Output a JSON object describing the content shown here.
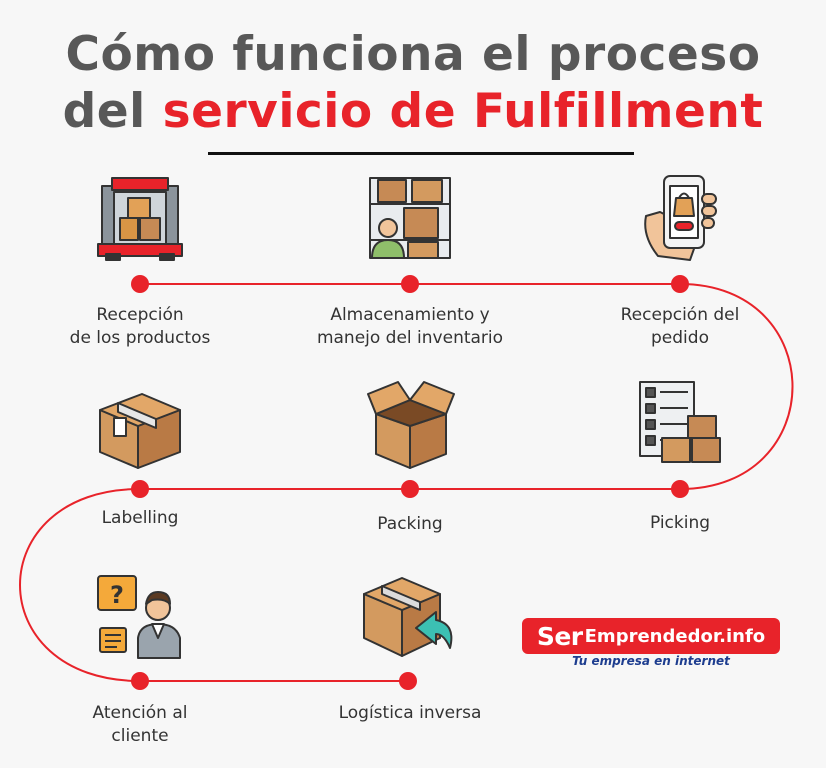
{
  "title": {
    "line1": "Cómo funciona el proceso",
    "line2_prefix": "del ",
    "line2_accent": "servicio de Fulfillment"
  },
  "colors": {
    "accent": "#e8232a",
    "heading": "#585858",
    "cardboard": "#c68a55",
    "brand_blue": "#1d3d8f"
  },
  "steps": [
    {
      "id": "recepcion-productos",
      "icon": "truck-with-boxes-icon",
      "line1": "Recepción",
      "line2": "de los productos"
    },
    {
      "id": "almacenamiento",
      "icon": "warehouse-shelf-worker-icon",
      "line1": "Almacenamiento y",
      "line2": "manejo del inventario"
    },
    {
      "id": "recepcion-pedido",
      "icon": "hand-holding-phone-order-icon",
      "line1": "Recepción del",
      "line2": "pedido"
    },
    {
      "id": "picking",
      "icon": "checklist-with-boxes-icon",
      "line1": "Picking",
      "line2": ""
    },
    {
      "id": "packing",
      "icon": "open-box-icon",
      "line1": "Packing",
      "line2": ""
    },
    {
      "id": "labelling",
      "icon": "taped-box-icon",
      "line1": "Labelling",
      "line2": ""
    },
    {
      "id": "atencion-cliente",
      "icon": "customer-support-person-icon",
      "line1": "Atención al",
      "line2": "cliente"
    },
    {
      "id": "logistica-inversa",
      "icon": "box-return-arrow-icon",
      "line1": "Logística inversa",
      "line2": ""
    }
  ],
  "brand": {
    "ser": "Ser",
    "rest": "Emprendedor.info",
    "tagline": "Tu empresa en internet"
  }
}
